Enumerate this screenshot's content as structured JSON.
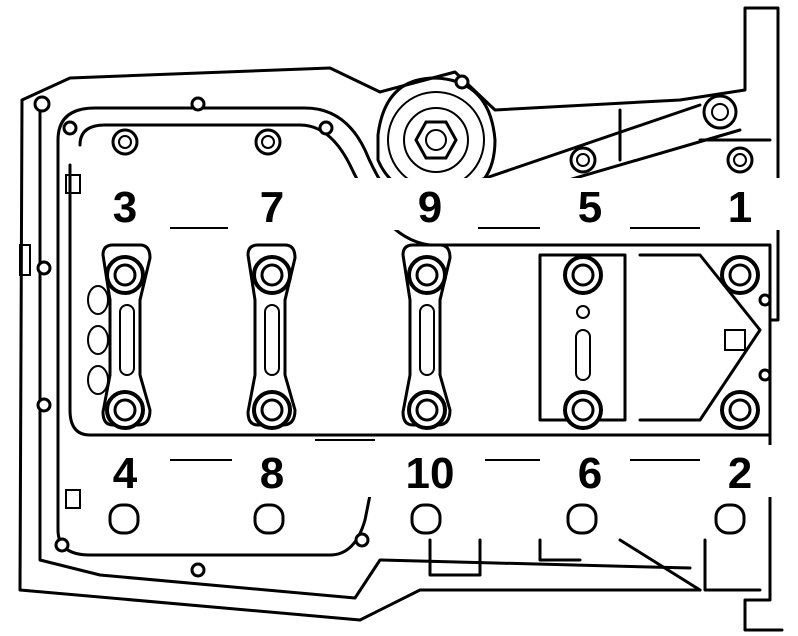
{
  "diagram": {
    "upper_labels": [
      "3",
      "7",
      "9",
      "5",
      "1"
    ],
    "lower_labels": [
      "4",
      "8",
      "10",
      "6",
      "2"
    ]
  }
}
